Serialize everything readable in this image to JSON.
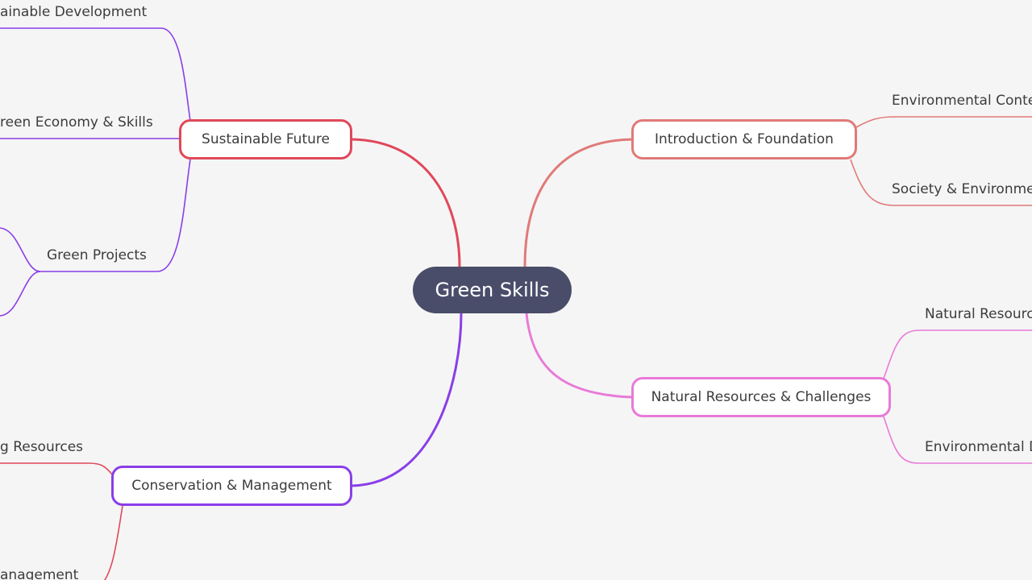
{
  "root": {
    "label": "Green Skills"
  },
  "branches": {
    "sustainable_future": {
      "label": "Sustainable Future",
      "color": "#e0485a",
      "children": {
        "sustainable_development": "ainable Development",
        "green_economy": "reen Economy & Skills",
        "green_projects": "Green Projects"
      }
    },
    "conservation": {
      "label": "Conservation & Management",
      "color": "#8a3ee8",
      "children": {
        "resources": "g Resources",
        "management": "anagement"
      }
    },
    "introduction": {
      "label": "Introduction & Foundation",
      "color": "#e07a78",
      "children": {
        "environmental_context": "Environmental Conte",
        "society_environment": "Society & Environme"
      }
    },
    "natural_resources": {
      "label": "Natural Resources & Challenges",
      "color": "#e87ad8",
      "children": {
        "natural_resources_child": "Natural Resourc",
        "environmental_d": "Environmental D"
      }
    }
  }
}
